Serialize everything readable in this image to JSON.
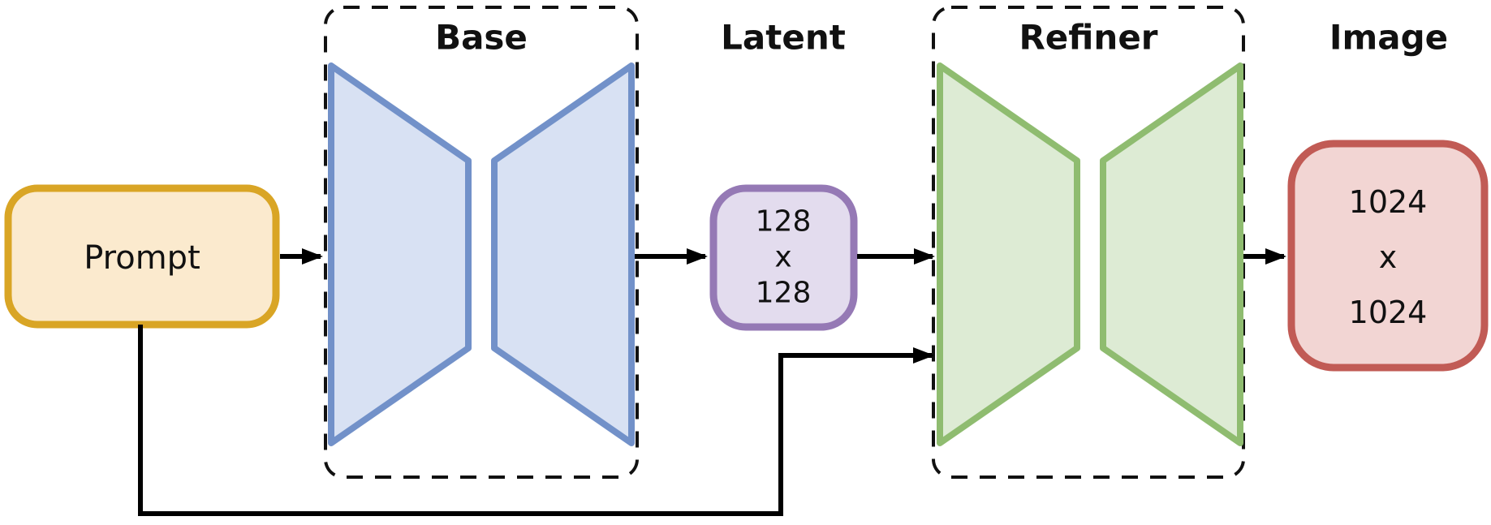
{
  "nodes": {
    "prompt": {
      "label": "Prompt",
      "fill": "#FBEACE",
      "border": "#D9A525"
    },
    "base": {
      "label": "Base",
      "fill": "#D8E1F3",
      "border": "#7291C9"
    },
    "latent": {
      "label": "Latent",
      "lines": [
        "128",
        "x",
        "128"
      ],
      "fill": "#E3DCEE",
      "border": "#9579B5"
    },
    "refiner": {
      "label": "Refiner",
      "fill": "#DDEBD4",
      "border": "#8FBC70"
    },
    "image": {
      "label": "Image",
      "lines": [
        "1024",
        "x",
        "1024"
      ],
      "fill": "#F2D5D3",
      "border": "#C15B55"
    }
  },
  "colors": {
    "arrow": "#000000",
    "dashed_box": "#111111"
  }
}
